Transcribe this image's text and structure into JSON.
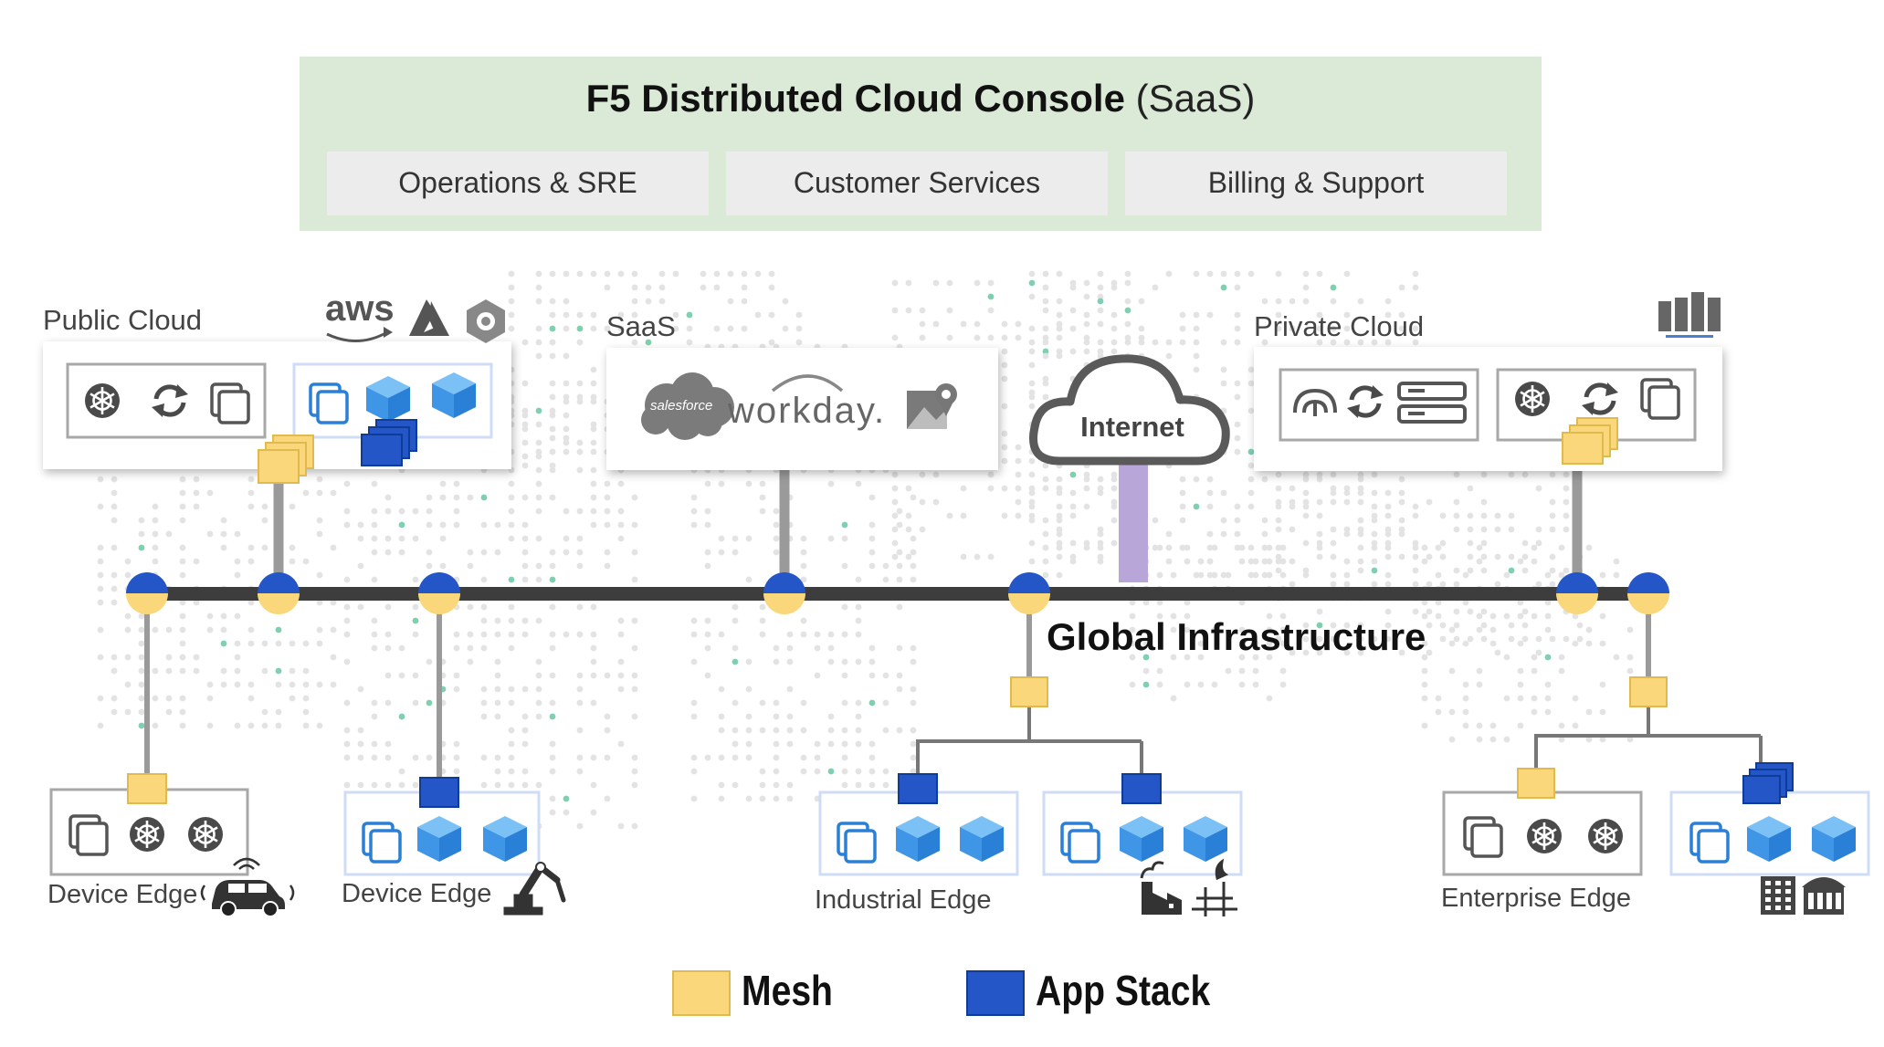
{
  "console": {
    "title_bold": "F5 Distributed Cloud Console",
    "title_light": "(SaaS)",
    "tabs": [
      "Operations & SRE",
      "Customer Services",
      "Billing & Support"
    ]
  },
  "sections": {
    "public_cloud": "Public Cloud",
    "saas": "SaaS",
    "private_cloud": "Private Cloud",
    "internet": "Internet",
    "global_infrastructure": "Global Infrastructure"
  },
  "saas_logos": {
    "salesforce": "salesforce",
    "workday": "workday."
  },
  "public_cloud_logos": {
    "aws": "aws"
  },
  "edges": {
    "device_edge_1": "Device Edge",
    "device_edge_2": "Device Edge",
    "industrial_edge": "Industrial Edge",
    "enterprise_edge": "Enterprise Edge"
  },
  "legend": [
    {
      "label": "Mesh",
      "color": "#f9d77a"
    },
    {
      "label": "App Stack",
      "color": "#2456c7"
    }
  ],
  "colors": {
    "console_bg": "#dbe9d7",
    "tab_bg": "#ececec",
    "backbone": "#3d3d3d",
    "connector": "#9a9a9a",
    "internet_link": "#b9a6d9",
    "mesh": "#f9d77a",
    "app_stack": "#2456c7",
    "icon_blue": "#3f95e6",
    "dot_gray": "#e3e3e3",
    "dot_green": "#7fd0b0"
  }
}
